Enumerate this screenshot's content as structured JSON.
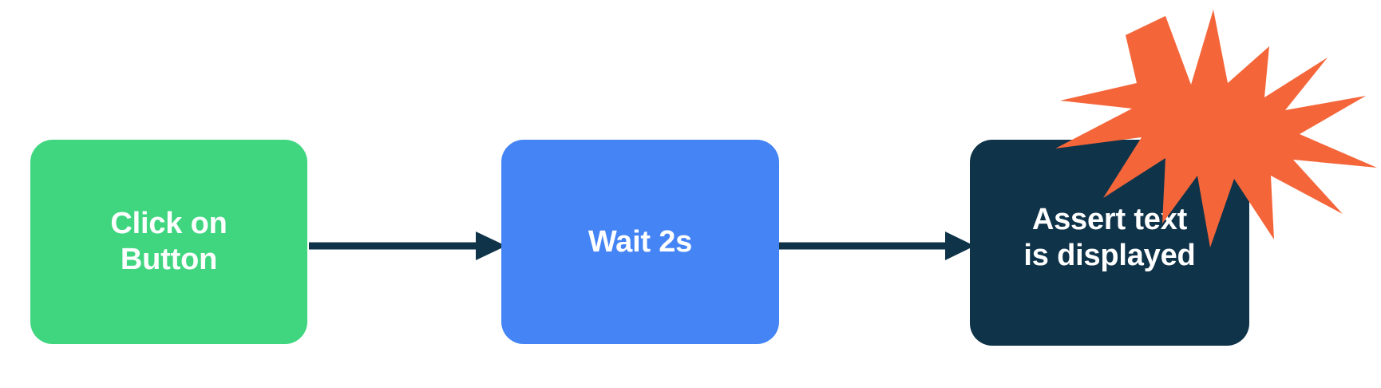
{
  "diagram": {
    "title": "Click on Button -> Wait 2s -> Assert text is displayed",
    "background_color": "#ffffff",
    "nodes": [
      {
        "id": "click-on-button",
        "label": "Click on\nButton",
        "color": "#40D680",
        "text_color": "#ffffff",
        "shape": "rounded-rectangle",
        "order": 1
      },
      {
        "id": "wait-2s",
        "label": "Wait 2s",
        "color": "#4584F5",
        "text_color": "#ffffff",
        "shape": "rounded-rectangle",
        "order": 2
      },
      {
        "id": "assert-text-is-displayed",
        "label": "Assert text\nis displayed",
        "color": "#0F3349",
        "text_color": "#ffffff",
        "shape": "rounded-rectangle",
        "order": 3
      }
    ],
    "connectors": [
      {
        "id": "connector-1",
        "from": "click-on-button",
        "to": "wait-2s",
        "color": "#0F3349",
        "style": "solid-arrow"
      },
      {
        "id": "connector-2",
        "from": "wait-2s",
        "to": "assert-text-is-displayed",
        "color": "#0F3349",
        "style": "solid-arrow"
      }
    ],
    "decorations": [
      {
        "id": "explosion-burst",
        "shape": "starburst",
        "color": "#F4663A",
        "points": 12,
        "attached_to": "assert-text-is-displayed"
      }
    ]
  }
}
